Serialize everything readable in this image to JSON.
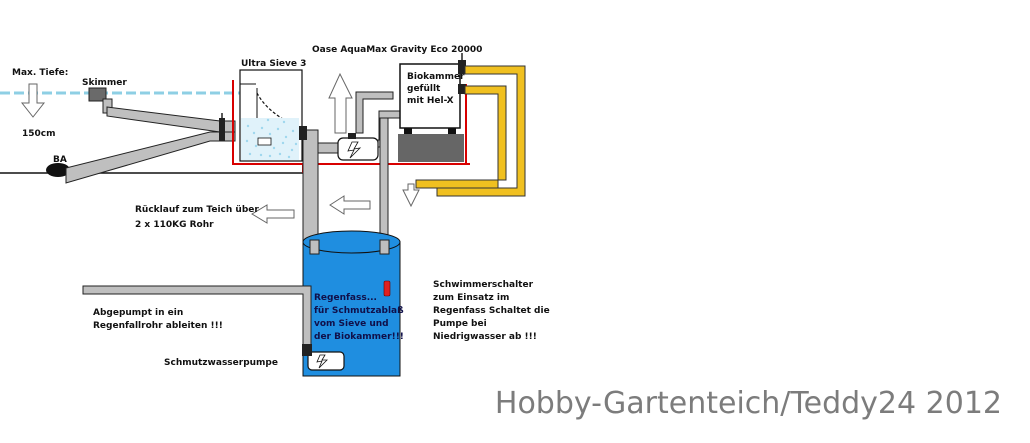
{
  "labels": {
    "max_depth": "Max. Tiefe:",
    "depth_value": "150cm",
    "skimmer": "Skimmer",
    "ba": "BA",
    "ultra_sieve": "Ultra Sieve 3",
    "pump_model": "Oase AquaMax Gravity Eco 20000",
    "biokammer_1": "Biokammer",
    "biokammer_2": "gefüllt",
    "biokammer_3": "mit Hel-X",
    "return_1": "Rücklauf zum Teich über",
    "return_2": "2 x 110KG Rohr",
    "pumped_1": "Abgepumpt in  ein",
    "pumped_2": "Regenfallrohr ableiten  !!!",
    "barrel_1": "Regenfass...",
    "barrel_2": "für Schmutzablaß",
    "barrel_3": "vom Sieve und",
    "barrel_4": "der Biokammer!!!",
    "float_1": "Schwimmerschalter",
    "float_2": "zum Einsatz im",
    "float_3": "Regenfass Schaltet die",
    "float_4": "Pumpe bei",
    "float_5": "Niedrigwasser ab !!!",
    "dirt_pump": "Schmutzwasserpumpe"
  },
  "watermark": "Hobby-Gartenteich/Teddy24 2012",
  "colors": {
    "pond_water": "#8ecfe4",
    "barrel": "#1f8ee0",
    "pipe_gray": "#bfbfbf",
    "return_pipe_yellow": "#f0c020",
    "frame_red": "#d80000",
    "float_switch": "#e02020",
    "sieve_dots": "#9fd7ee",
    "biochamber_base": "#666666"
  }
}
